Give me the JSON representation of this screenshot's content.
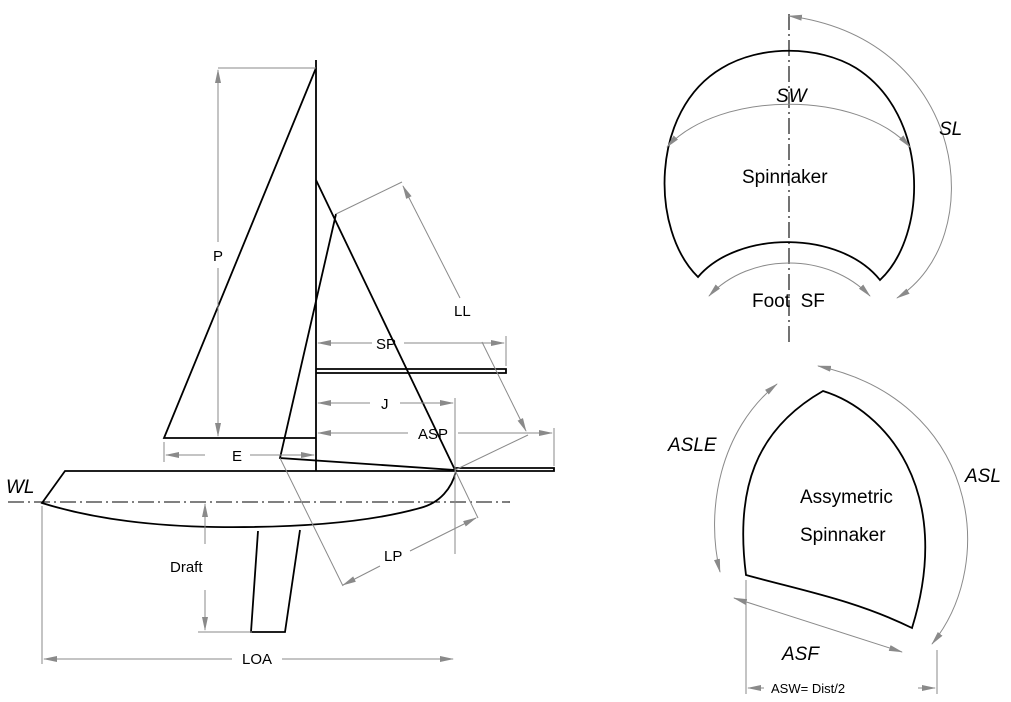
{
  "labels": {
    "wl": "WL",
    "p": "P",
    "e": "E",
    "j": "J",
    "sp": "SP",
    "asp": "ASP",
    "ll": "LL",
    "lp": "LP",
    "draft": "Draft",
    "loa": "LOA",
    "sw": "SW",
    "sl": "SL",
    "spinnaker": "Spinnaker",
    "foot_sf": "Foot  SF",
    "asle": "ASLE",
    "asl": "ASL",
    "asym_line1": "Assymetric",
    "asym_line2": "Spinnaker",
    "asf": "ASF",
    "asw": "ASW= Dist/2"
  }
}
